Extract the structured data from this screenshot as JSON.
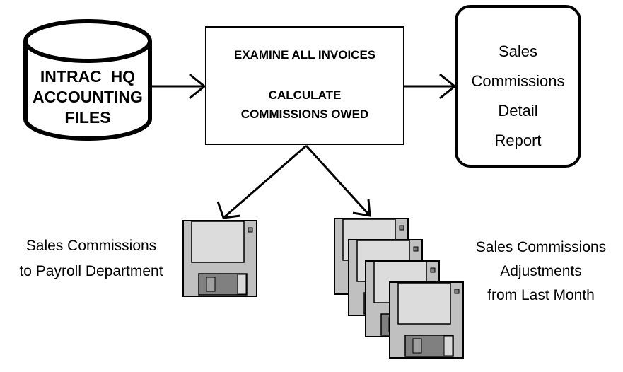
{
  "source": {
    "lines": [
      "INTRAC  HQ",
      "ACCOUNTING",
      "FILES"
    ],
    "icon": "database-cylinder-icon"
  },
  "process": {
    "line1": "EXAMINE ALL INVOICES",
    "line2": "CALCULATE",
    "line3": "COMMISSIONS OWED"
  },
  "report": {
    "lines": [
      "Sales",
      "Commissions",
      "Detail",
      "Report"
    ]
  },
  "payroll_output": {
    "lines": [
      "Sales Commissions",
      "to Payroll Department"
    ],
    "icon": "floppy-disk-icon"
  },
  "adjustments_output": {
    "lines": [
      "Sales Commissions",
      "Adjustments",
      "from Last Month"
    ],
    "icon": "floppy-disk-stack-icon"
  },
  "colors": {
    "disk_body": "#c0c0c0",
    "disk_label": "#dcdcdc",
    "disk_shutter": "#808080",
    "stroke": "#000000"
  }
}
